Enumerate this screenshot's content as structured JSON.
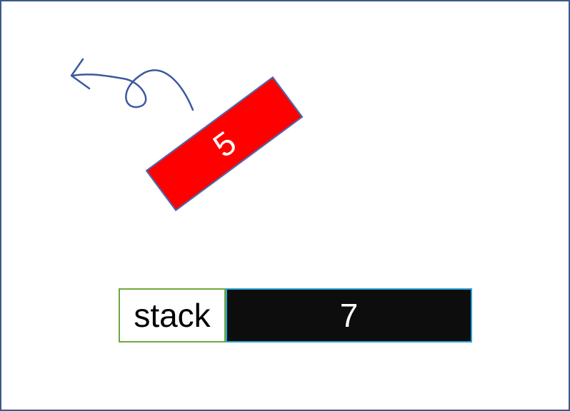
{
  "popped_item": {
    "value": "5",
    "fill_color": "#ff0000",
    "border_color": "#3f6fb8"
  },
  "stack": {
    "label": "stack",
    "items": [
      "7"
    ],
    "label_border_color": "#6ea83f",
    "cell_color": "#0d0d0d",
    "cell_border_color": "#2aa3d6"
  },
  "arrow": {
    "icon": "curved-arrow-icon",
    "color": "#3b5a9a"
  }
}
